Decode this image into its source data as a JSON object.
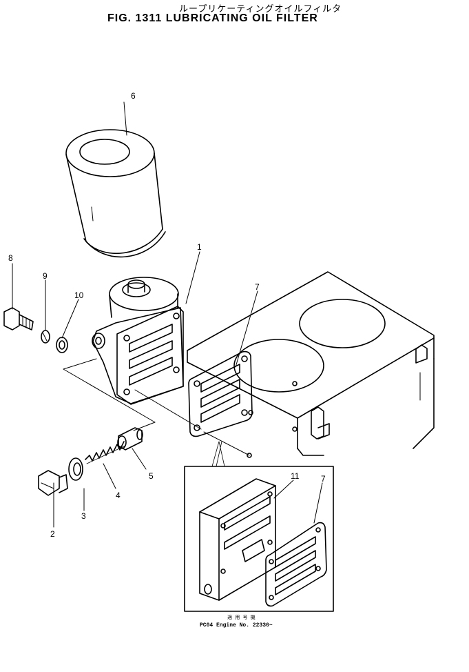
{
  "title": {
    "japanese": "ループリケーティングオイルフィルタ",
    "english": "FIG. 1311  LUBRICATING OIL FILTER"
  },
  "callouts": {
    "p1": "1",
    "p2": "2",
    "p3": "3",
    "p4": "4",
    "p5": "5",
    "p6": "6",
    "p7a": "7",
    "p7b": "7",
    "p8": "8",
    "p9": "9",
    "p10": "10",
    "p11": "11"
  },
  "inset_caption": {
    "line1": "適 用 号 機",
    "line2": "PC04  Engine  No. 22336~"
  }
}
